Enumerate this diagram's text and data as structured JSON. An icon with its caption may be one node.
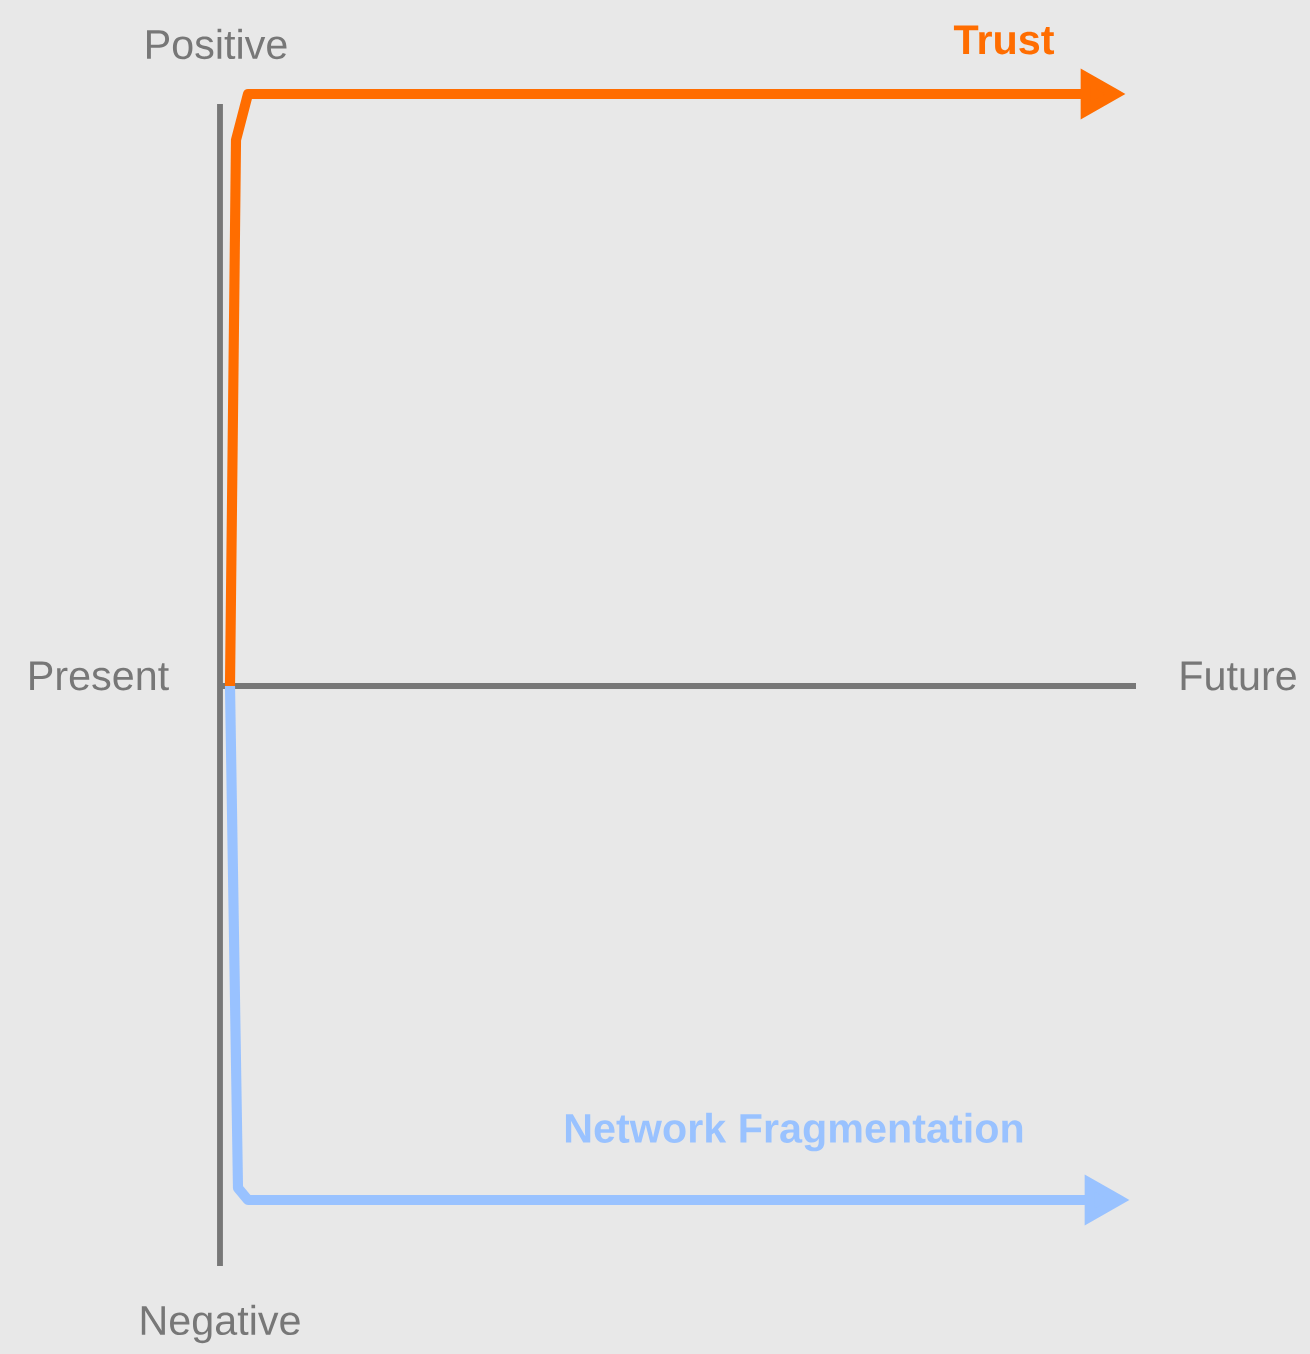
{
  "diagram": {
    "labels": [
      "Positive",
      "Trust",
      "Present",
      "Future",
      "Network Fragmentation",
      "Negative"
    ]
  }
}
